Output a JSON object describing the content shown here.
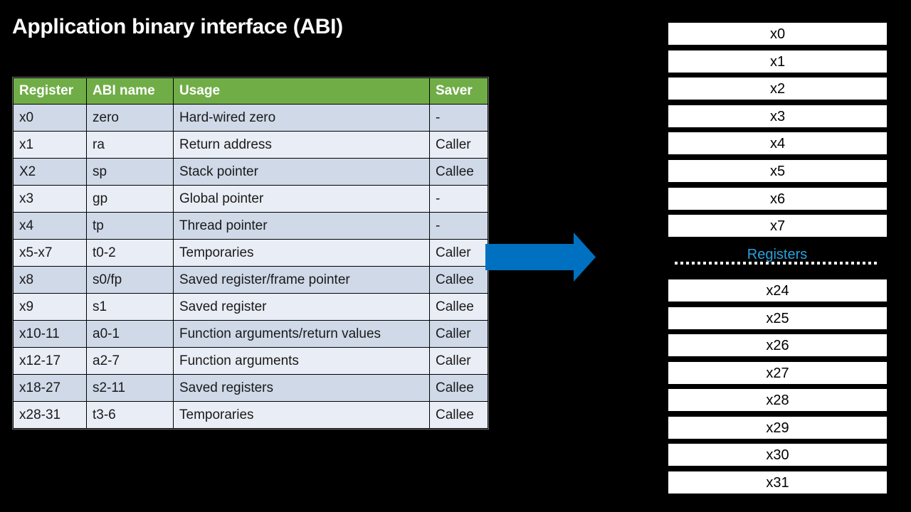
{
  "slide": {
    "title": "Application binary interface (ABI)"
  },
  "table": {
    "headers": [
      "Register",
      "ABI name",
      "Usage",
      "Saver"
    ],
    "rows": [
      [
        "x0",
        "zero",
        "Hard-wired zero",
        "-"
      ],
      [
        "x1",
        "ra",
        "Return address",
        "Caller"
      ],
      [
        "X2",
        "sp",
        "Stack pointer",
        "Callee"
      ],
      [
        "x3",
        "gp",
        "Global pointer",
        "-"
      ],
      [
        "x4",
        "tp",
        "Thread pointer",
        "-"
      ],
      [
        "x5-x7",
        "t0-2",
        "Temporaries",
        "Caller"
      ],
      [
        "x8",
        "s0/fp",
        "Saved register/frame pointer",
        "Callee"
      ],
      [
        "x9",
        "s1",
        "Saved register",
        "Callee"
      ],
      [
        "x10-11",
        "a0-1",
        "Function arguments/return values",
        "Caller"
      ],
      [
        "x12-17",
        "a2-7",
        "Function arguments",
        "Caller"
      ],
      [
        "x18-27",
        "s2-11",
        "Saved registers",
        "Callee"
      ],
      [
        "x28-31",
        "t3-6",
        "Temporaries",
        "Callee"
      ]
    ]
  },
  "register_diagram": {
    "label": "Registers",
    "top_registers": [
      "x0",
      "x1",
      "x2",
      "x3",
      "x4",
      "x5",
      "x6",
      "x7"
    ],
    "bottom_registers": [
      "x24",
      "x25",
      "x26",
      "x27",
      "x28",
      "x29",
      "x30",
      "x31"
    ]
  },
  "colors": {
    "background": "#000000",
    "title_text": "#FFFFFF",
    "table_header_bg": "#70AD47",
    "table_header_text": "#FFFFFF",
    "row_band_dark": "#CFD9E8",
    "row_band_light": "#E9EDF5",
    "cell_text": "#1A1A1A",
    "grid_border": "#000000",
    "arrow_blue": "#0070C0",
    "registers_label_blue": "#29A2DC",
    "register_box_bg": "#FFFFFF",
    "register_box_text": "#000000",
    "dotted_line": "#FFFFFF"
  }
}
